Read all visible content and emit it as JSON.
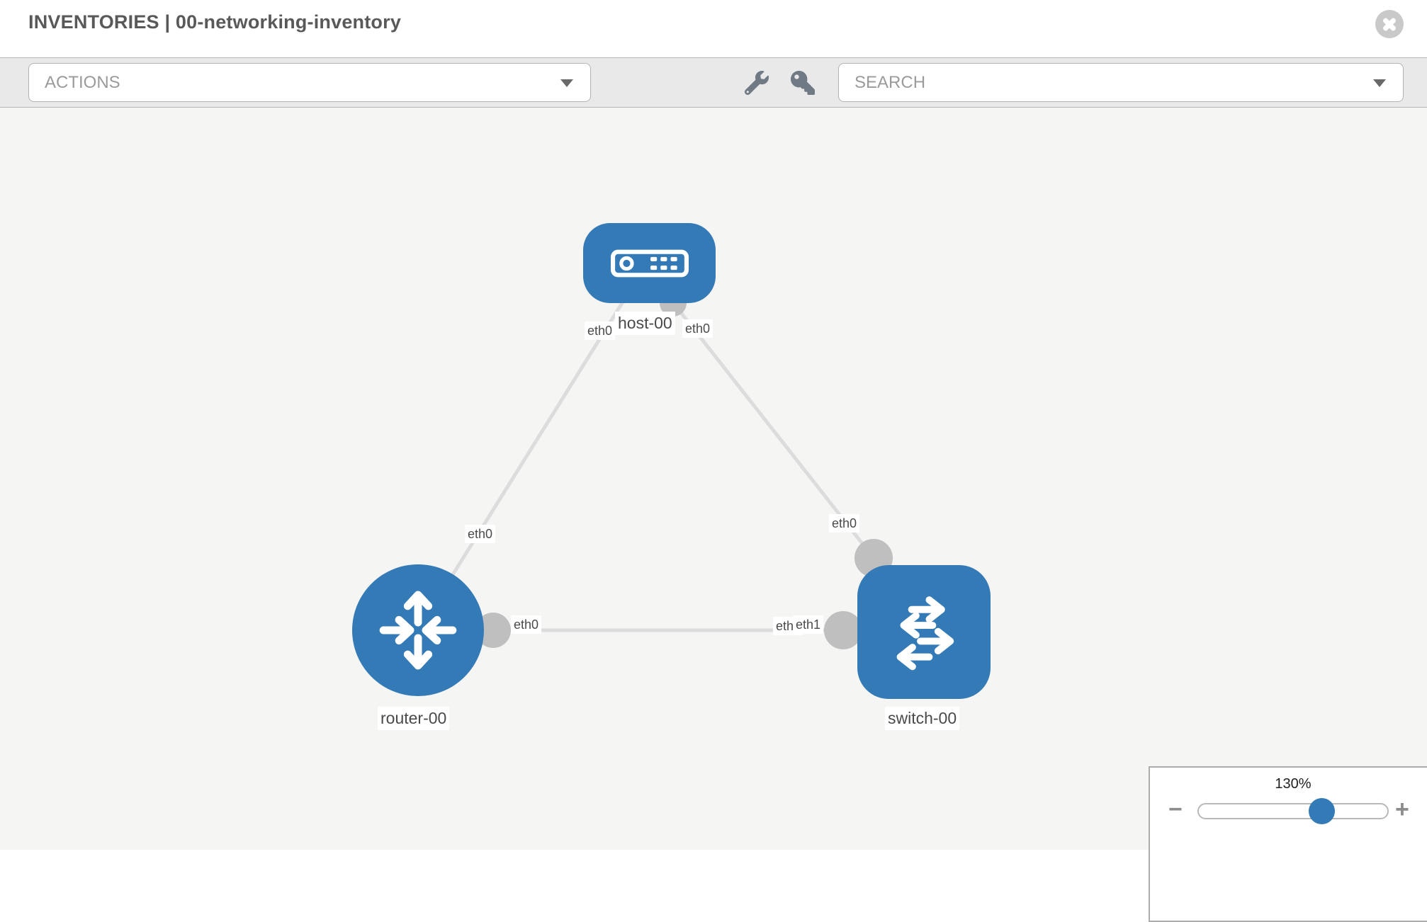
{
  "header": {
    "title": "INVENTORIES | 00-networking-inventory"
  },
  "toolbar": {
    "actions_label": "ACTIONS",
    "search_label": "SEARCH",
    "icons": [
      "wrench-icon",
      "key-icon"
    ]
  },
  "canvas": {
    "nodes": [
      {
        "label": "host-00",
        "type": "host"
      },
      {
        "label": "router-00",
        "type": "router"
      },
      {
        "label": "switch-00",
        "type": "switch"
      }
    ],
    "links": [
      {
        "from": "host-00",
        "to": "router-00"
      },
      {
        "from": "host-00",
        "to": "switch-00"
      },
      {
        "from": "router-00",
        "to": "switch-00"
      }
    ],
    "interface_labels": {
      "host_to_router_at_host": "eth0",
      "host_to_switch_at_host": "eth0",
      "host_to_router_at_router": "eth0",
      "host_to_switch_at_switch": "eth0",
      "router_to_switch_at_router": "eth0",
      "router_to_switch_at_switch_back": "eth0",
      "router_to_switch_at_switch_front": "eth1"
    }
  },
  "zoom_control": {
    "level": "130%",
    "zoom_out_glyph": "−",
    "zoom_in_glyph": "+"
  },
  "colors": {
    "node_blue": "#337ab7",
    "link_gray": "#dcdcdc",
    "port_gray": "#bfbfbf"
  }
}
